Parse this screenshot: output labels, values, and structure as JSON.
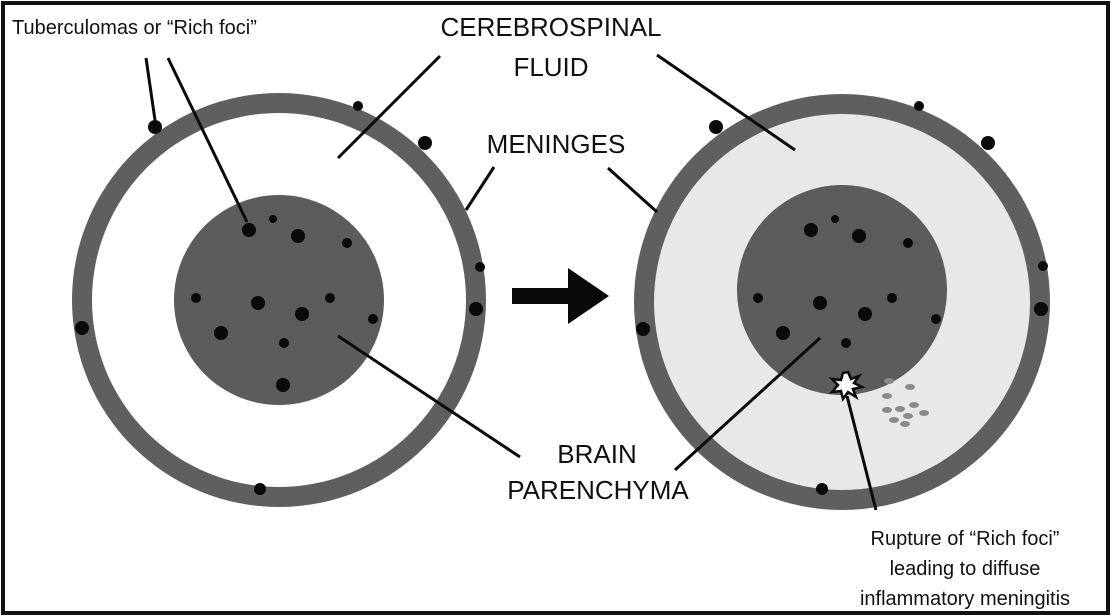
{
  "labels": {
    "tuberculomas": "Tuberculomas or “Rich foci”",
    "csf_line1": "CEREBROSPINAL",
    "csf_line2": "FLUID",
    "meninges": "MENINGES",
    "brain_line1": "BRAIN",
    "brain_line2": "PARENCHYMA",
    "rupture_line1": "Rupture of “Rich foci”",
    "rupture_line2": "leading to diffuse",
    "rupture_line3": "inflammatory meningitis"
  },
  "colors": {
    "frame": "#111111",
    "meninges": "#5f5f5f",
    "csf_normal": "#ffffff",
    "csf_inflamed": "#e8e8e8",
    "parenchyma": "#5c5c5c",
    "foci": "#0a0a0a",
    "released_foci": "#8a8a8a",
    "arrow": "#0a0a0a"
  }
}
